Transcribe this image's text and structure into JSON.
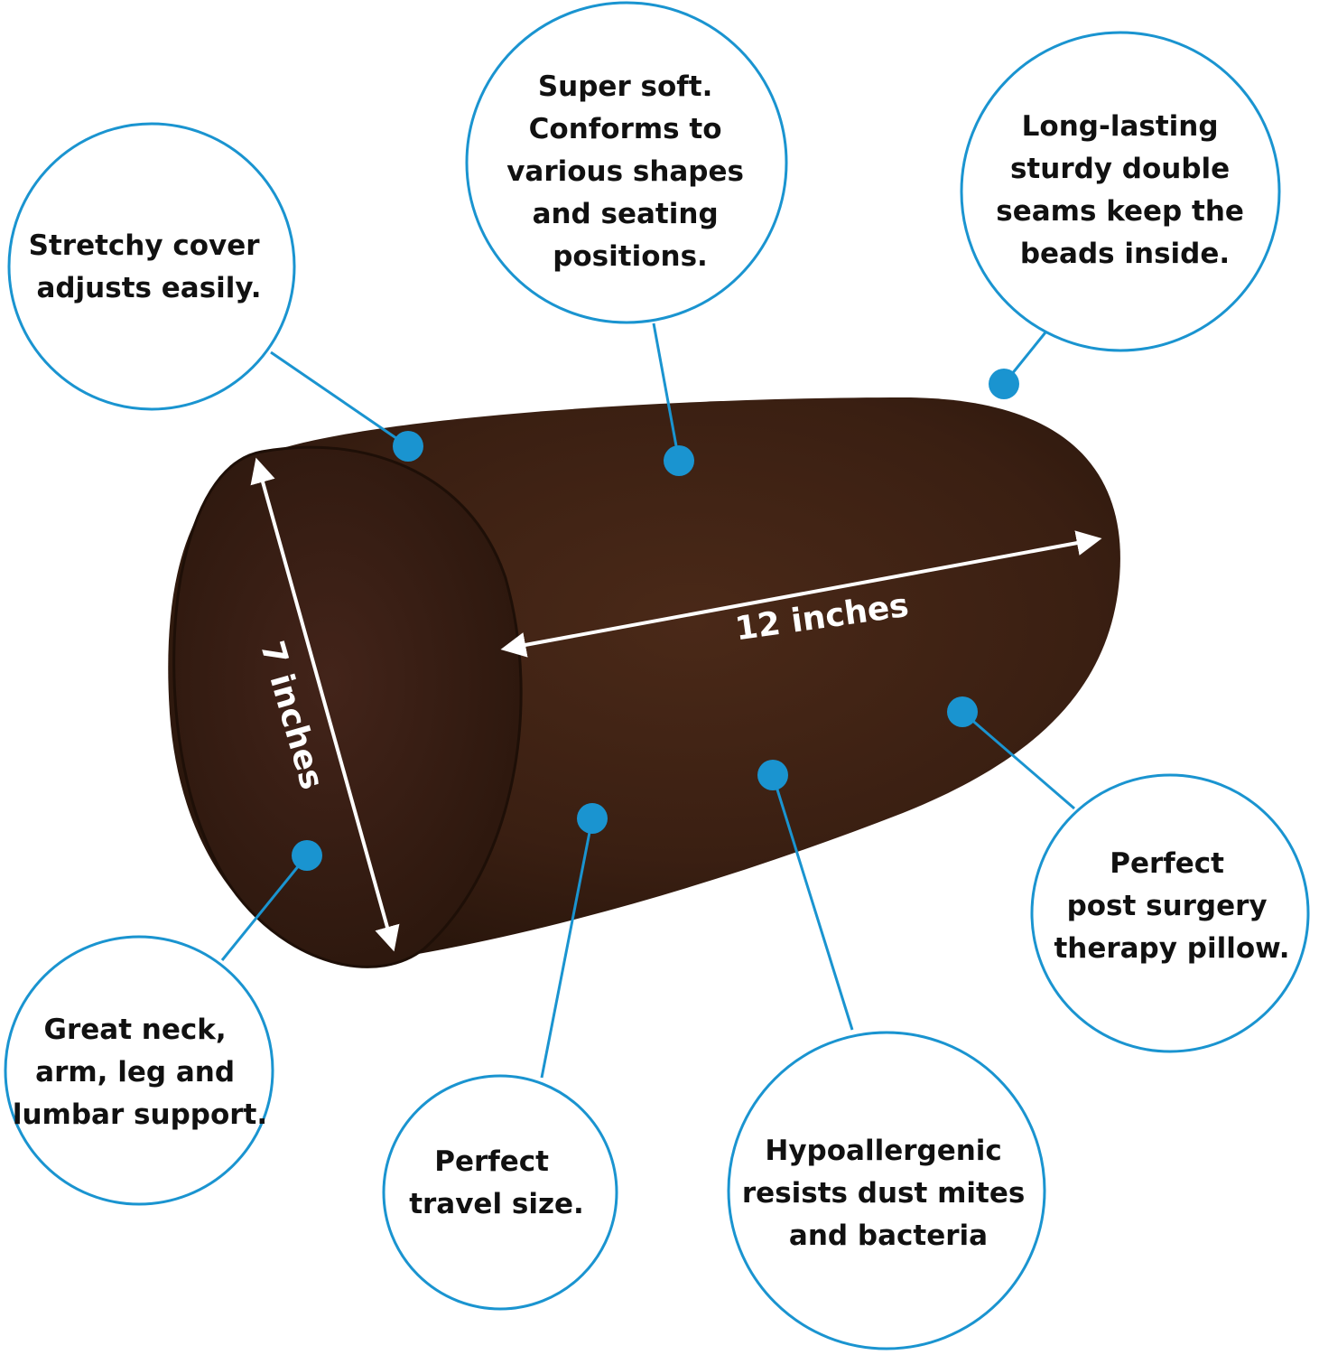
{
  "colors": {
    "accent": "#1a94d0",
    "pillow": "#3a1f12",
    "text": "#111111",
    "dimension": "#ffffff"
  },
  "dimensions": {
    "length_label": "12 inches",
    "diameter_label": "7 inches"
  },
  "callouts": [
    {
      "id": "stretchy",
      "lines": [
        "Stretchy cover",
        "adjusts easily."
      ]
    },
    {
      "id": "soft",
      "lines": [
        "Super soft.",
        "Conforms to",
        "various shapes",
        "and seating",
        "positions."
      ]
    },
    {
      "id": "seams",
      "lines": [
        "Long-lasting",
        "sturdy double",
        "seams keep the",
        "beads inside."
      ]
    },
    {
      "id": "neck",
      "lines": [
        "Great neck,",
        "arm, leg and",
        "lumbar support."
      ]
    },
    {
      "id": "travel",
      "lines": [
        "Perfect",
        "travel size."
      ]
    },
    {
      "id": "hypo",
      "lines": [
        "Hypoallergenic",
        "resists dust mites",
        "and bacteria"
      ]
    },
    {
      "id": "surgery",
      "lines": [
        "Perfect",
        "post surgery",
        "therapy pillow."
      ]
    }
  ]
}
